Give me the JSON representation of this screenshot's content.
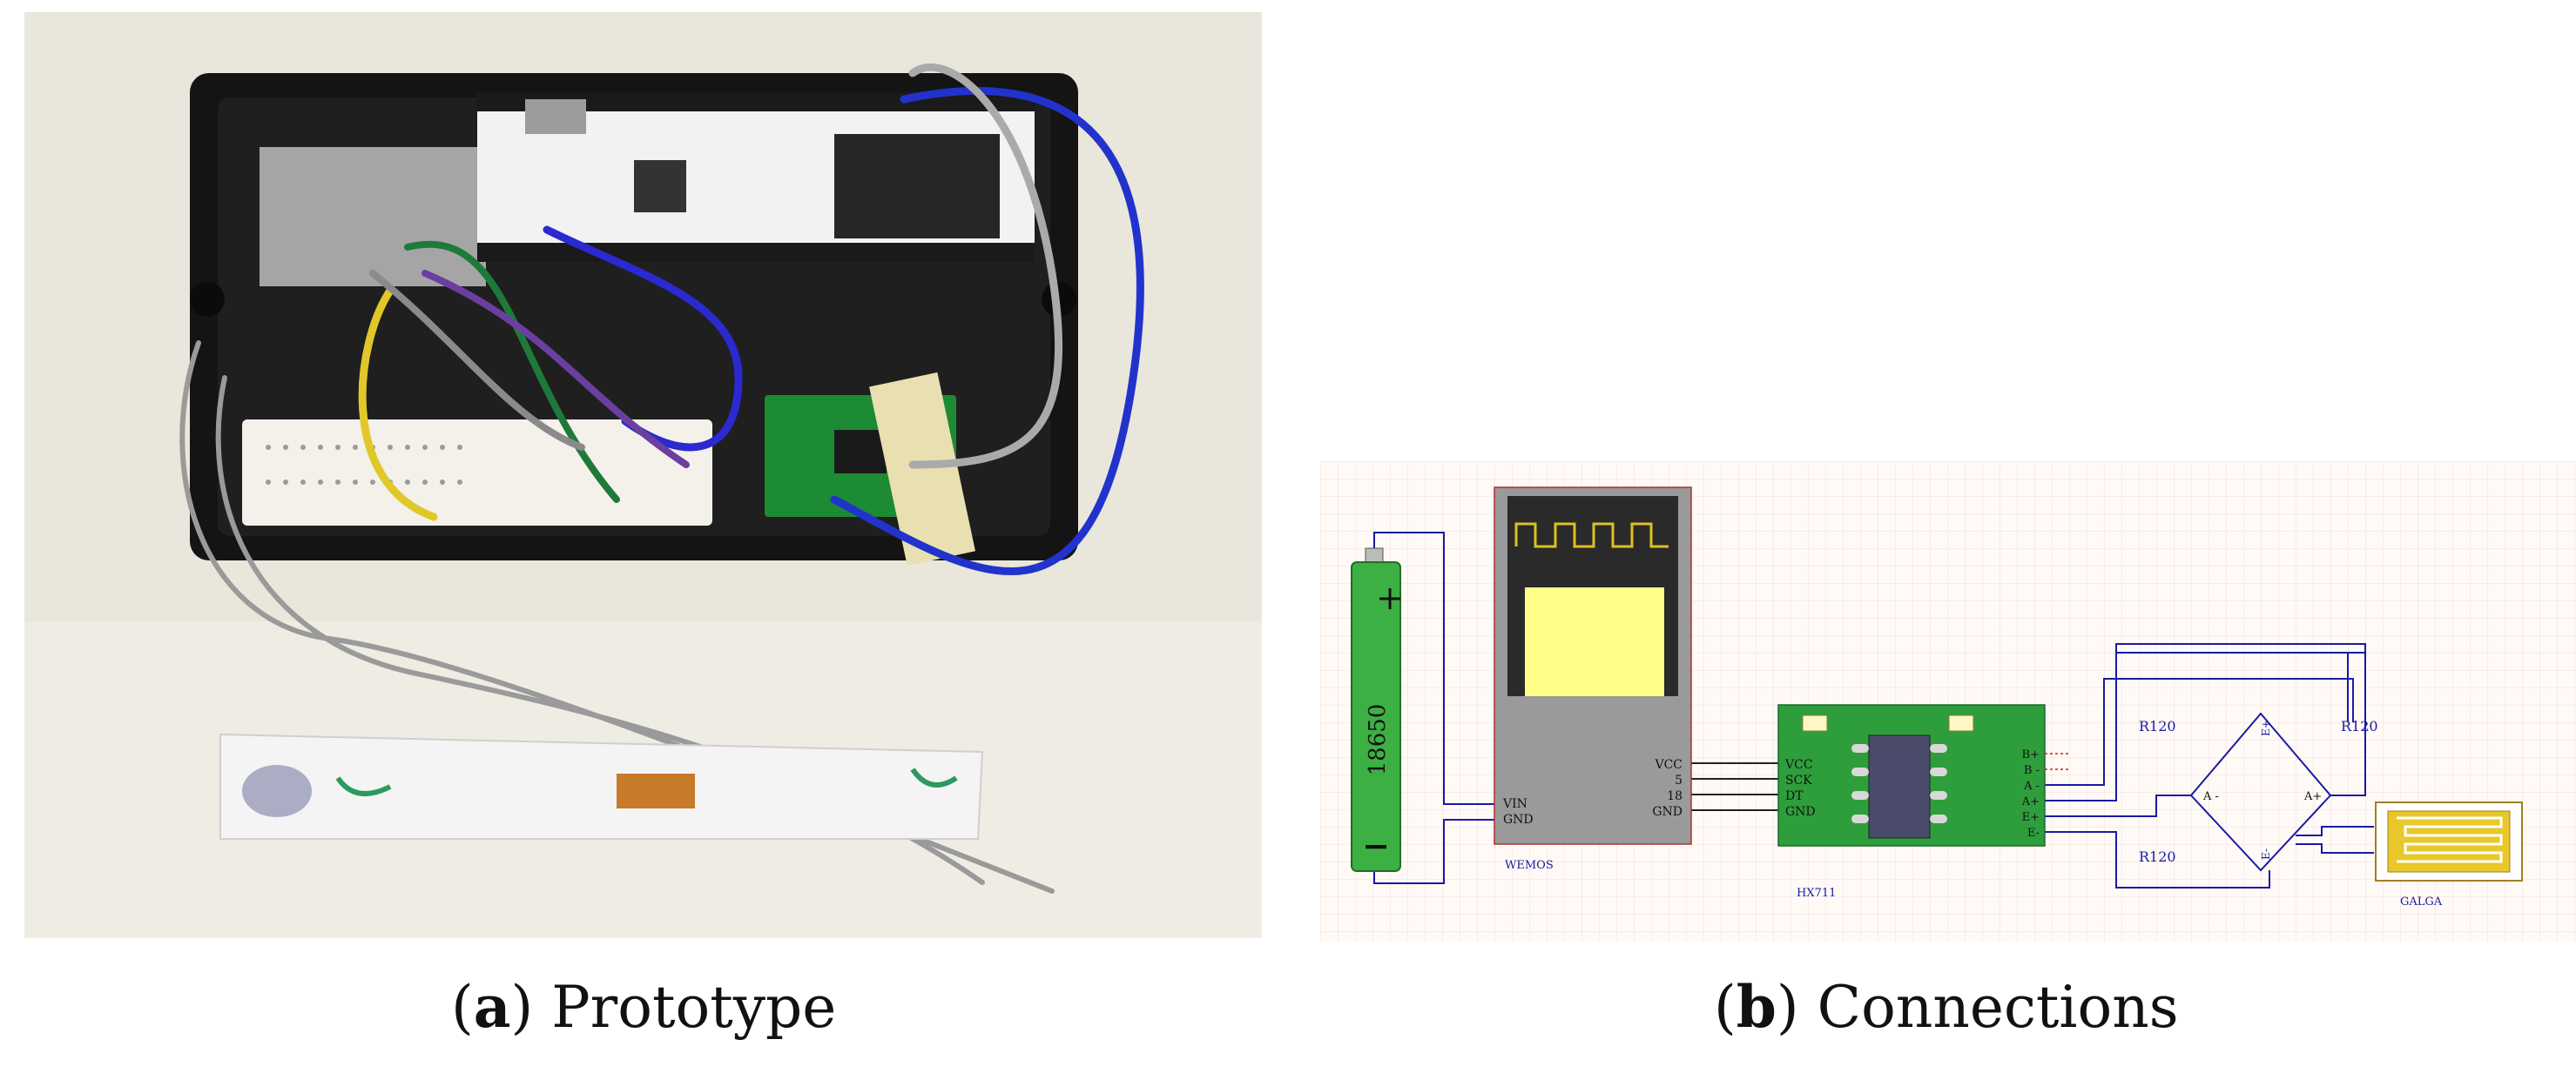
{
  "panel_a": {
    "letter": "a",
    "caption": "Prototype"
  },
  "panel_b": {
    "letter": "b",
    "caption": "Connections",
    "battery": {
      "label": "18650",
      "plus": "+",
      "minus": "−"
    },
    "wemos": {
      "name": "WEMOS",
      "left_pins": [
        "VIN",
        "GND"
      ],
      "right_pins": [
        "VCC",
        "5",
        "18",
        "GND"
      ]
    },
    "hx711": {
      "name": "HX711",
      "left_pins": [
        "VCC",
        "SCK",
        "DT",
        "GND"
      ],
      "right_pins": [
        "B+",
        "B -",
        "A -",
        "A+",
        "E+",
        "E-"
      ]
    },
    "bridge": {
      "resistors": [
        "R120",
        "R120",
        "R120"
      ],
      "nodes": {
        "top": "E+",
        "bottom": "E-",
        "left": "A -",
        "right": "A+"
      }
    },
    "gauge": {
      "name": "GALGA"
    }
  },
  "colors": {
    "battery_green": "#3cb043",
    "pcb_green": "#2e9e3c",
    "wire_blue": "#1a1aa6",
    "wemos_gray": "#9a9a9a",
    "screen_yellow": "#ffff88",
    "gauge_yellow": "#e8c82a"
  }
}
